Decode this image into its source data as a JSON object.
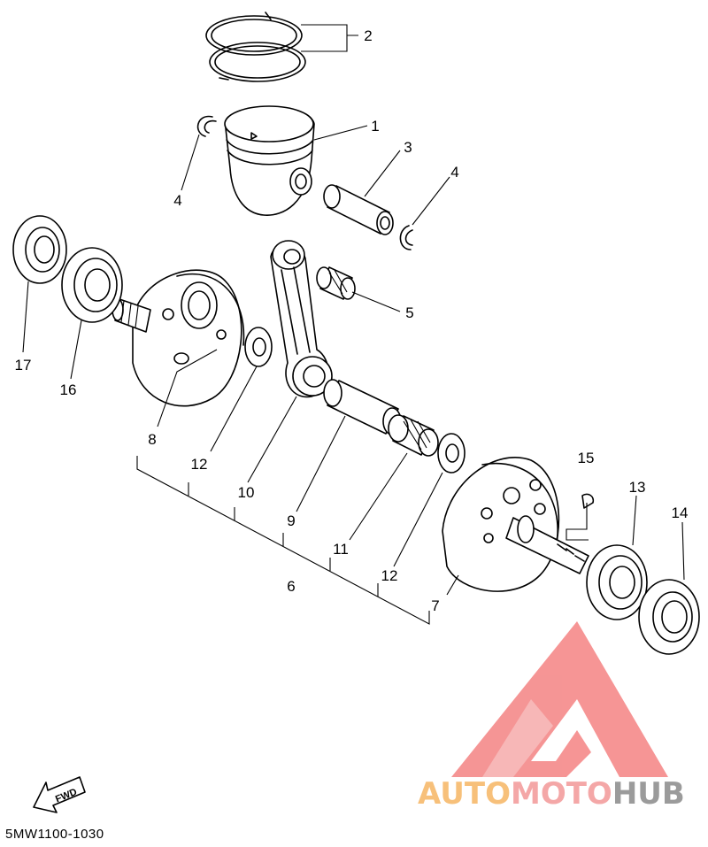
{
  "diagram_code": "5MW1100-1030",
  "fwd_label": "FWD",
  "watermark": {
    "part1": "AUTO",
    "part2": "MOTO",
    "part3": "HUB",
    "color_part1": "#f7c07a",
    "color_part2": "#f4a7a7",
    "color_part3": "#9b9b9b",
    "logo_color": "#f58a8a"
  },
  "callouts": [
    {
      "id": "1",
      "label": "1"
    },
    {
      "id": "2",
      "label": "2"
    },
    {
      "id": "3",
      "label": "3"
    },
    {
      "id": "4a",
      "label": "4"
    },
    {
      "id": "4b",
      "label": "4"
    },
    {
      "id": "5",
      "label": "5"
    },
    {
      "id": "6",
      "label": "6"
    },
    {
      "id": "7",
      "label": "7"
    },
    {
      "id": "8",
      "label": "8"
    },
    {
      "id": "9",
      "label": "9"
    },
    {
      "id": "10",
      "label": "10"
    },
    {
      "id": "11",
      "label": "11"
    },
    {
      "id": "12a",
      "label": "12"
    },
    {
      "id": "12b",
      "label": "12"
    },
    {
      "id": "13",
      "label": "13"
    },
    {
      "id": "14",
      "label": "14"
    },
    {
      "id": "15",
      "label": "15"
    },
    {
      "id": "16",
      "label": "16"
    },
    {
      "id": "17",
      "label": "17"
    }
  ]
}
